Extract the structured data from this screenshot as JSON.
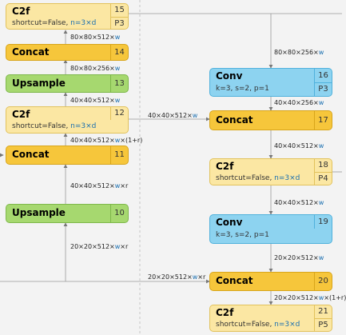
{
  "nodes": {
    "n15": {
      "title": "C2f",
      "params": "shortcut=False, ",
      "n": "n=3×d",
      "index": "15",
      "level": "P3"
    },
    "n14": {
      "title": "Concat",
      "index": "14"
    },
    "n13": {
      "title": "Upsample",
      "index": "13"
    },
    "n12": {
      "title": "C2f",
      "params": "shortcut=False, ",
      "n": "n=3×d",
      "index": "12"
    },
    "n11": {
      "title": "Concat",
      "index": "11"
    },
    "n10": {
      "title": "Upsample",
      "index": "10"
    },
    "n16": {
      "title": "Conv",
      "params": "k=3, s=2, p=1",
      "index": "16",
      "level": "P3"
    },
    "n17": {
      "title": "Concat",
      "index": "17"
    },
    "n18": {
      "title": "C2f",
      "params": "shortcut=False, ",
      "n": "n=3×d",
      "index": "18",
      "level": "P4"
    },
    "n19": {
      "title": "Conv",
      "params": "k=3, s=2, p=1",
      "index": "19"
    },
    "n20": {
      "title": "Concat",
      "index": "20"
    },
    "n21": {
      "title": "C2f",
      "params": "shortcut=False, ",
      "n": "n=3×d",
      "index": "21",
      "level": "P5"
    }
  },
  "labels": {
    "l1": {
      "base": "80×80×512×",
      "w": "w"
    },
    "l2": {
      "base": "80×80×256×",
      "w": "w"
    },
    "l3": {
      "base": "40×40×512×",
      "w": "w"
    },
    "l4": {
      "base": "40×40×512×",
      "w": "w",
      "extra": "×(1+r)"
    },
    "l5": {
      "base": "40×40×512×",
      "w": "w",
      "extra": "×r"
    },
    "l6": {
      "base": "20×20×512×",
      "w": "w",
      "extra": "×r"
    },
    "l7": {
      "base": "40×40×512×",
      "w": "w"
    },
    "l8": {
      "base": "80×80×256×",
      "w": "w"
    },
    "l9": {
      "base": "40×40×256×",
      "w": "w"
    },
    "l10": {
      "base": "40×40×512×",
      "w": "w"
    },
    "l11": {
      "base": "40×40×512×",
      "w": "w"
    },
    "l12": {
      "base": "20×20×512×",
      "w": "w"
    },
    "l13": {
      "base": "20×20×512×",
      "w": "w",
      "extra": "×r"
    },
    "l14": {
      "base": "20×20×512×",
      "w": "w",
      "extra": "×(1+r)"
    }
  }
}
